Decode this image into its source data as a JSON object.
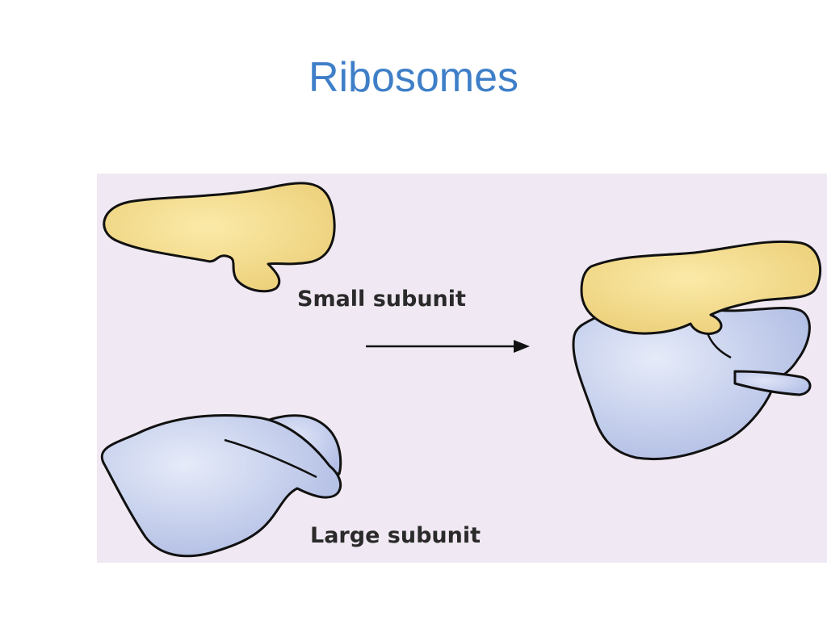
{
  "slide": {
    "title": "Ribosomes"
  },
  "figure": {
    "small_subunit_label": "Small subunit",
    "large_subunit_label": "Large subunit",
    "colors": {
      "background": "#f0e8f2",
      "small_subunit_fill": "#f5dc8a",
      "large_subunit_fill": "#c8d2ee",
      "outline": "#111111",
      "title": "#3f7fc8"
    }
  }
}
